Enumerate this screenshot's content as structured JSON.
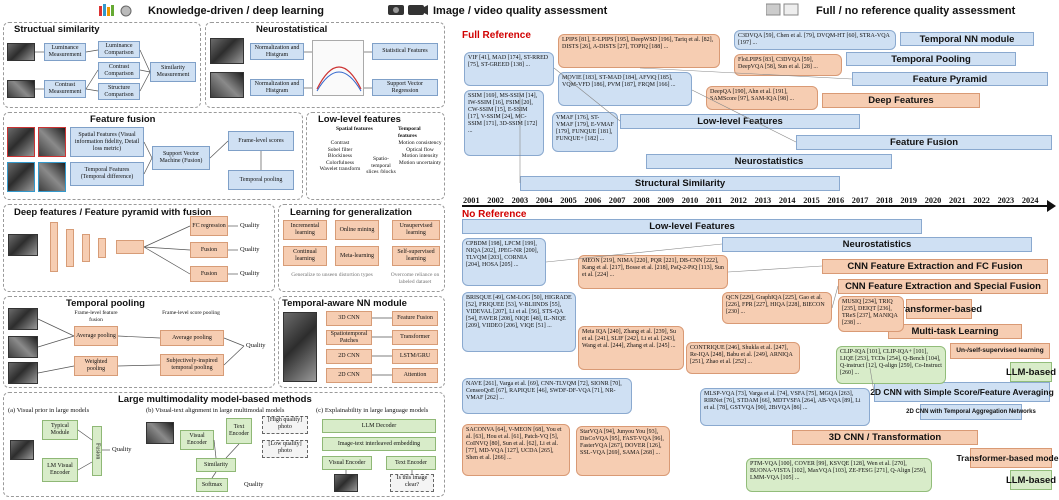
{
  "headers": {
    "left": "Knowledge-driven / deep learning",
    "middle": "Image / video quality assessment",
    "right": "Full / no reference quality assessment"
  },
  "panels": {
    "structural": {
      "title": "Structual similarity",
      "luminance_measurement": "Luminance Measurement",
      "contrast_measurement": "Contrast Measurement",
      "luminance_comparison": "Luminance Comparison",
      "contrast_comparison": "Contrast Comparison",
      "structure_comparison": "Structure Comparison",
      "similarity_measurement": "Similarity Measurement"
    },
    "neurostat": {
      "title": "Neurostatistical",
      "norm1": "Normalization and Histgram",
      "norm2": "Normalization and Histgram",
      "stat_features": "Statistical Features",
      "svr": "Support Vector Regression"
    },
    "fusion": {
      "title": "Feature fusion",
      "spatial": "Spatial Features (Visual information fidelity, Detail loss metric)",
      "temporal": "Temporal Features (Temporal difference)",
      "svm": "Support Vector Machine (Fusion)",
      "frame_scores": "Frame-level scores",
      "temporal_pooling": "Temporal pooling"
    },
    "lowlevel": {
      "title": "Low-level features",
      "spatial_head": "Spatial features",
      "spatial_items": [
        "Contrast",
        "Sobel filter",
        "Blockiness",
        "Colorfulness",
        "Wavelet transform"
      ],
      "spatiotemporal": "Spatio-temporal slices /blocks",
      "temporal_head": "Temporal features",
      "temporal_items": [
        "Motion consistency",
        "Optical flow",
        "Motion intensity",
        "Motion uncertainty"
      ]
    },
    "deep": {
      "title": "Deep features / Feature pyramid with fusion",
      "fc": "FC regression",
      "fusion1": "Fusion",
      "fusion2": "Fusion",
      "quality": "Quality"
    },
    "generalization": {
      "title": "Learning for generalization",
      "boxes": [
        "Incremental learning",
        "Online mining",
        "Unsupervised learning",
        "Continual learning",
        "Meta-learning",
        "Self-supervised learning"
      ],
      "note1": "Generalize to unseen distortion types",
      "note2": "Overcome reliance on labeled dataset"
    },
    "temporal_pool": {
      "title": "Temporal pooling",
      "frame_fusion": "Frame-level feature fusion",
      "frame_score": "Frame-level score pooling",
      "avg1": "Average pooling",
      "avg2": "Average pooling",
      "weighted": "Weighted pooling",
      "subjective": "Subjectively-inspired temporal pooling",
      "quality": "Quality"
    },
    "temporal_nn": {
      "title": "Temporal-aware NN module",
      "rows": [
        [
          "3D CNN",
          "Feature Fusion"
        ],
        [
          "Spatiotemporal Patches",
          "Transformer"
        ],
        [
          "2D CNN",
          "LSTM/GRU"
        ],
        [
          "2D CNN",
          "Attention"
        ]
      ]
    },
    "multimodal": {
      "title": "Large multimodality model-based methods",
      "sub_a": "(a) Visual prior in large models",
      "sub_b": "(b) Visual-text alignment in large multimodal models",
      "sub_c": "(c) Explainability in large language models",
      "typical_module": "Typical Module",
      "lm_visual_encoder": "LM Visual Encoder",
      "fusion": "Fusion",
      "quality": "Quality",
      "visual_encoder": "Visual Encoder",
      "text_encoder": "Text Encoder",
      "similarity": "Similarity",
      "softmax": "Softmax",
      "high_quality": "[High quality] photo",
      "low_quality": "[Low quality] photo",
      "llm_decoder": "LLM Decoder",
      "interleaved": "Image-text interleaved embedding",
      "visual_encoder_c": "Visual Encoder",
      "text_encoder_c": "Text Encoder",
      "question": "Is this image clear?"
    }
  },
  "timeline": {
    "full_reference": "Full Reference",
    "no_reference": "No Reference",
    "years": [
      "2001",
      "2002",
      "2003",
      "2004",
      "2005",
      "2006",
      "2007",
      "2008",
      "2009",
      "2010",
      "2011",
      "2012",
      "2013",
      "2014",
      "2015",
      "2016",
      "2017",
      "2018",
      "2019",
      "2020",
      "2021",
      "2022",
      "2023",
      "2024"
    ],
    "fr_bars": [
      "Temporal NN module",
      "Temporal Pooling",
      "Feature Pyramid",
      "Deep Features",
      "Low-level Features",
      "Feature Fusion",
      "Neurostatistics",
      "Structural Similarity"
    ],
    "nr_bars": [
      "Low-level Features",
      "Neurostatistics",
      "CNN Feature Extraction and FC Fusion",
      "CNN Feature Extraction and Special Fusion",
      "Transformer-based",
      "Multi-task Learning",
      "Un-/self-supervised learning",
      "LLM-based",
      "2D CNN with Simple Score/Feature Averaging",
      "2D CNN with Temporal Aggregation Networks",
      "3D CNN / Transformation",
      "Transformer-based models",
      "LLM-based"
    ],
    "fr_cites": [
      "VIF [41], MAD [174], ST-RRED [75], ST-GREED [138] ...",
      "SSIM [169], MS-SSIM [14], IW-SSIM [16], FSIM [20], CW-SSIM [15], E-SSIM [17], V-SSIM [24], MC-SSIM [171], 3D-SSIM [172] ...",
      "LPIPS [81], E-LPIPS [195], DeepWSD [196], Tariq et al. [82], DISTS [26], A-DISTS [27], TOPIQ [188] ...",
      "MOVIE [183], ST-MAD [184], AFViQ [185], VQM-VFD [186], PVM [187], FRQM [166] ...",
      "VMAF [176], ST-VMAF [179], E-VMAF [179], FUNQUE [181], FUNQUE+ [182] ...",
      "C3DVQA [59], Chen et al. [79], DVQM-HT [60], STRA-VQA [197] ...",
      "FloLPIPS [83], C3DVQA [59], DeepVQA [58], Sun et al. [28] ...",
      "DeepQA [190], Ahn et al. [191], SAMScore [97], SAM-IQA [98] ..."
    ],
    "nr_cites": [
      "CPBDM [198], LPCM [199], NIQA [202], JPEG-NR [200], TLVQM [203], CORNIA [204], HOSA [205] ...",
      "MEON [219], NIMA [220], PQR [221], DB-CNN [222], Kang et al. [217], Bosse et al. [218], PaQ-2-PiQ [113], Sun et al. [224] ...",
      "QCN [229], GraphIQA [225], Gao et al. [226], FPR [227], HIQA [228], BIECON [230] ...",
      "MUSIQ [234], TRIQ [235], DEIQT [236], TReS [237], MANIQA [238] ...",
      "BRISQUE [49], GM-LOG [50], HIGRADE [52], FRIQUEE [53], V-BLIINDS [55], VIDEVAL [207], Li et al. [56], STS-QA [54], FAVER [208], NIQE [48], IL-NIQE [209], VIIDEO [206], VIQE [51] ...",
      "Meta IQA [240], Zhang et al. [239], Su et al. [241], SLIF [242], Li et al. [243], Wang et al. [244], Zhang et al. [245] ...",
      "CONTRIQUE [246], Shukla et al. [247], Re-IQA [248], Babu et al. [249], ARNIQA [251], Zhao et al. [252] ...",
      "CLIP-IQA [101], CLIP-IQA+ [101], LIQE [253], TCDs [254], Q-Bench [104], Q-instruct [12], Q-align [259], Co-Instruct [260] ...",
      "NAVE [261], Varga et al. [69], CNN-TLVQM [72], SIONR [70], CenseoQoE [67], RAPIQUE [46], SWDF-DF-VQA [71], NR-VMAF [262] ...",
      "MLSP-VQA [73], Varga et al. [74], VSFA [75], MGQA [263], RIRNet [76], STDAM [66], MDTVSFA [264], AB-VQA [89], Li et al. [78], GSTVQA [90], 2BiVQA [86] ...",
      "SACONVA [64], V-MEON [68], You et al. [63], Hou et al. [61], Patch-VQ [5], CoINVQ [80], Sun et al. [62], Li et al. [77], MD-VQA [127], UCDA [265], Shen et al. [266] ...",
      "StarVQA [94], Junyou You [93], DisCoVQA [95], FAST-VQA [96], FasterVQA [267], DOVER [126], SSL-VQA [269], SAMA [268] ...",
      "PTM-VQA [100], COVER [99], KSVQE [128], Wen et al. [270], BUONA-VISTA [102], MaxVQA [103], ZE-FESG [271], Q-Align [259], LMM-VQA [105] ..."
    ]
  },
  "colors": {
    "blue_box": "#cfe0f3",
    "peach_box": "#f6cdb2",
    "green_box": "#d8ecc9",
    "red_label": "#d10000"
  },
  "icons": [
    "books-icon",
    "camera-icon",
    "video-camera-icon",
    "image-icon"
  ]
}
